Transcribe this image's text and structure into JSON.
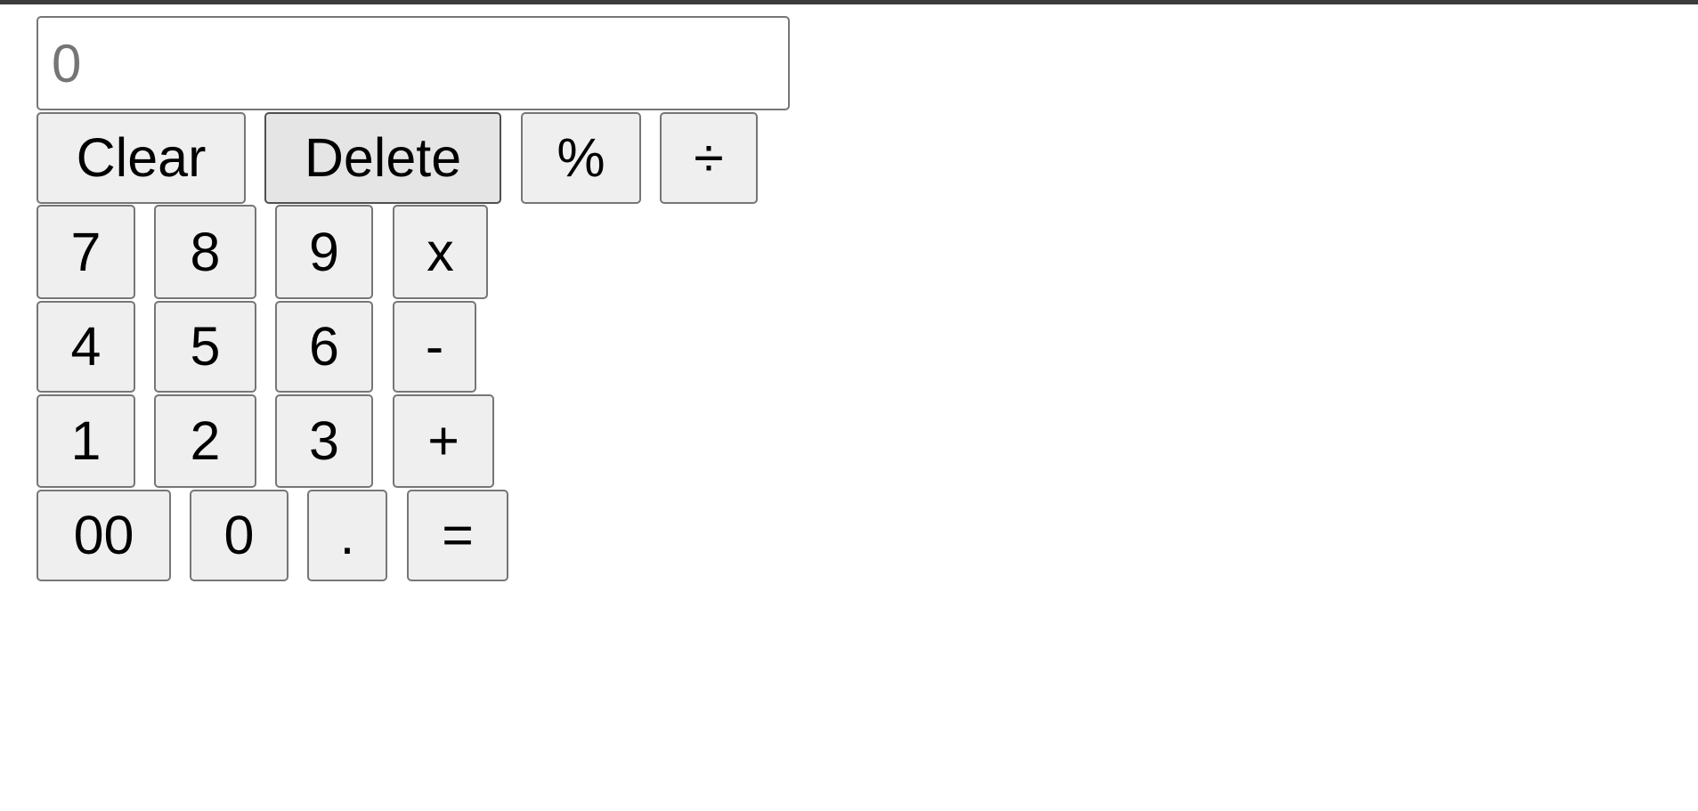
{
  "display": {
    "placeholder": "0",
    "value": ""
  },
  "keys": {
    "clear": "Clear",
    "delete": "Delete",
    "percent": "%",
    "divide": "÷",
    "seven": "7",
    "eight": "8",
    "nine": "9",
    "multiply": "x",
    "four": "4",
    "five": "5",
    "six": "6",
    "subtract": "-",
    "one": "1",
    "two": "2",
    "three": "3",
    "add": "+",
    "double_zero": "00",
    "zero": "0",
    "decimal": ".",
    "equals": "="
  },
  "colors": {
    "top_bar": "#3c3c3c",
    "button_bg": "#efefef",
    "button_hover_bg": "#e5e5e5",
    "border": "#767676",
    "display_text": "#757575"
  }
}
